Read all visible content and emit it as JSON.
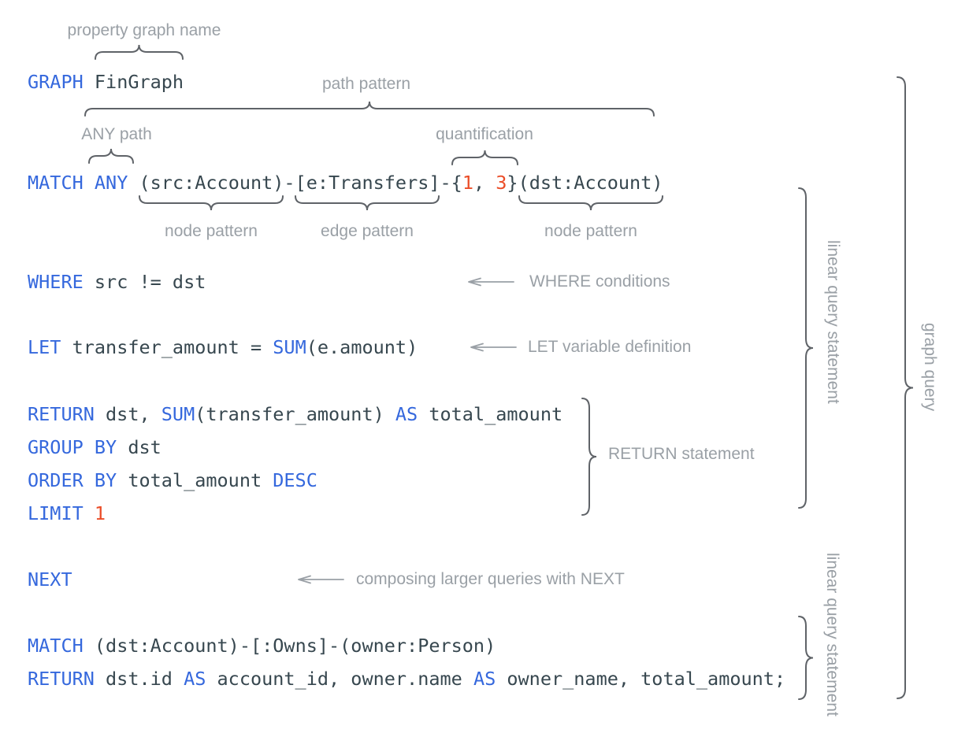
{
  "colors": {
    "keyword": "#3568dd",
    "number": "#eb4d28",
    "code": "#37474f",
    "label": "#9aa0a6",
    "brace": "#5f6368",
    "arrow": "#9aa0a6",
    "background": "#ffffff"
  },
  "code": {
    "lines": [
      {
        "name": "graph-clause",
        "tokens": [
          [
            "kw",
            "GRAPH"
          ],
          [
            "pl",
            " FinGraph"
          ]
        ]
      },
      {
        "name": "match-any",
        "tokens": [
          [
            "kw",
            "MATCH"
          ],
          [
            "pl",
            " "
          ],
          [
            "kw",
            "ANY"
          ],
          [
            "pl",
            " (src:Account)-[e:Transfers]-{"
          ],
          [
            "num",
            "1"
          ],
          [
            "pl",
            ", "
          ],
          [
            "num",
            "3"
          ],
          [
            "pl",
            "}(dst:Account)"
          ]
        ]
      },
      {
        "name": "where",
        "tokens": [
          [
            "kw",
            "WHERE"
          ],
          [
            "pl",
            " src != dst"
          ]
        ]
      },
      {
        "name": "let",
        "tokens": [
          [
            "kw",
            "LET"
          ],
          [
            "pl",
            " transfer_amount = "
          ],
          [
            "kw",
            "SUM"
          ],
          [
            "pl",
            "(e.amount)"
          ]
        ]
      },
      {
        "name": "return-aggregate",
        "tokens": [
          [
            "kw",
            "RETURN"
          ],
          [
            "pl",
            " dst, "
          ],
          [
            "kw",
            "SUM"
          ],
          [
            "pl",
            "(transfer_amount) "
          ],
          [
            "kw",
            "AS"
          ],
          [
            "pl",
            " total_amount"
          ]
        ]
      },
      {
        "name": "group-by",
        "tokens": [
          [
            "kw",
            "GROUP BY"
          ],
          [
            "pl",
            " dst"
          ]
        ]
      },
      {
        "name": "order-by",
        "tokens": [
          [
            "kw",
            "ORDER BY"
          ],
          [
            "pl",
            " total_amount "
          ],
          [
            "kw",
            "DESC"
          ]
        ]
      },
      {
        "name": "limit",
        "tokens": [
          [
            "kw",
            "LIMIT"
          ],
          [
            "pl",
            " "
          ],
          [
            "num",
            "1"
          ]
        ]
      },
      {
        "name": "next",
        "tokens": [
          [
            "kw",
            "NEXT"
          ]
        ]
      },
      {
        "name": "match-owns",
        "tokens": [
          [
            "kw",
            "MATCH"
          ],
          [
            "pl",
            " (dst:Account)-[:Owns]-(owner:Person)"
          ]
        ]
      },
      {
        "name": "return-final",
        "tokens": [
          [
            "kw",
            "RETURN"
          ],
          [
            "pl",
            " dst.id "
          ],
          [
            "kw",
            "AS"
          ],
          [
            "pl",
            " account_id, owner.name "
          ],
          [
            "kw",
            "AS"
          ],
          [
            "pl",
            " owner_name, total_amount;"
          ]
        ]
      }
    ]
  },
  "annotations": {
    "property_graph_name": "property graph name",
    "path_pattern": "path pattern",
    "any_path": "ANY path",
    "quantification": "quantification",
    "node_pattern_left": "node pattern",
    "edge_pattern": "edge pattern",
    "node_pattern_right": "node pattern",
    "where_conditions": "WHERE conditions",
    "let_variable_definition": "LET variable definition",
    "return_statement": "RETURN statement",
    "next_composition": "composing larger queries with NEXT",
    "linear_query_statement_top": "linear query statement",
    "graph_query": "graph query",
    "linear_query_statement_bottom": "linear query statement"
  }
}
